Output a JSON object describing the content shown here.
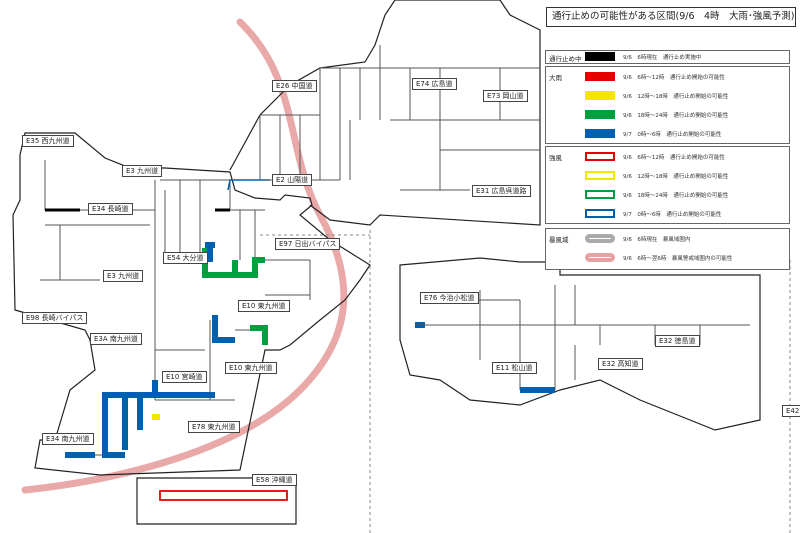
{
  "title": "通行止めの可能性がある区間(9/6　4時　大雨･強風予測)",
  "legend": {
    "closed": {
      "category": "通行止め中",
      "text": "9/6　6時現在　通行止め実施中",
      "color": "#000000"
    },
    "rain": {
      "category": "大雨",
      "items": [
        {
          "text": "9/6　6時～12時　通行止め開始の可能性",
          "color": "#e60000"
        },
        {
          "text": "9/6　12時～18時　通行止め開始の可能性",
          "color": "#f5e600"
        },
        {
          "text": "9/6　18時～24時　通行止め開始の可能性",
          "color": "#00a040"
        },
        {
          "text": "9/7　0時～6時　通行止め開始の可能性",
          "color": "#0060b0"
        }
      ]
    },
    "wind": {
      "category": "強風",
      "items": [
        {
          "text": "9/6　6時～12時　通行止め開始の可能性",
          "color": "#e60000"
        },
        {
          "text": "9/6　12時～18時　通行止め開始の可能性",
          "color": "#f5e600"
        },
        {
          "text": "9/6　18時～24時　通行止め開始の可能性",
          "color": "#00a040"
        },
        {
          "text": "9/7　0時～6時　通行止め開始の可能性",
          "color": "#0060b0"
        }
      ]
    },
    "storm": {
      "category": "暴風域",
      "items": [
        {
          "text": "9/6　6時現在　暴風域圏内",
          "color": "#aaaaaa"
        },
        {
          "text": "9/6　6時～翌6時　暴風警戒域圏内の可能性",
          "color": "#e8a0a0"
        }
      ]
    }
  },
  "route_labels": {
    "e35": "E35 西九州道",
    "e3": "E3 九州道",
    "e34": "E34 長崎道",
    "e3b": "E3 九州道",
    "e98": "E98 長崎バイパス",
    "e3a": "E3A 南九州道",
    "e34b": "E34 南九州道",
    "e10": "E10 宮崎道",
    "e78": "E78 東九州道",
    "e10b": "E10 東九州道",
    "e10c": "E10 東九州道",
    "e54": "E54 大分道",
    "e97": "E97 日出バイパス",
    "e2": "E2 山陽道",
    "e26": "E26 中国道",
    "e74": "E74 広島道",
    "e73": "E73 岡山道",
    "e31": "E31 広島呉道路",
    "e76": "E76 今治小松道",
    "e11": "E11 松山道",
    "e32": "E32 高知道",
    "e32b": "E32 徳島道",
    "e58": "E58 沖縄道",
    "e42": "E42"
  }
}
